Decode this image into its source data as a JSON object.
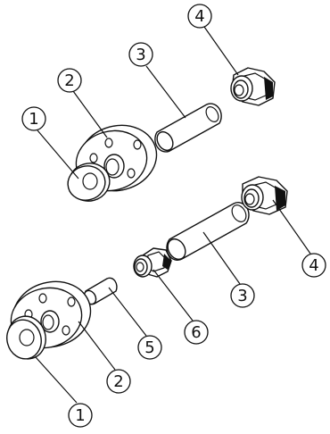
{
  "diagram": {
    "callouts": [
      {
        "id": "c-top-1",
        "label": "1"
      },
      {
        "id": "c-top-2",
        "label": "2"
      },
      {
        "id": "c-top-3",
        "label": "3"
      },
      {
        "id": "c-top-4",
        "label": "4"
      },
      {
        "id": "c-mid-4",
        "label": "4"
      },
      {
        "id": "c-mid-3",
        "label": "3"
      },
      {
        "id": "c-mid-6",
        "label": "6"
      },
      {
        "id": "c-mid-5",
        "label": "5"
      },
      {
        "id": "c-bot-2",
        "label": "2"
      },
      {
        "id": "c-bot-1",
        "label": "1"
      }
    ],
    "colors": {
      "line": "#111111",
      "fill": "#ffffff",
      "shadow": "#111111"
    }
  }
}
